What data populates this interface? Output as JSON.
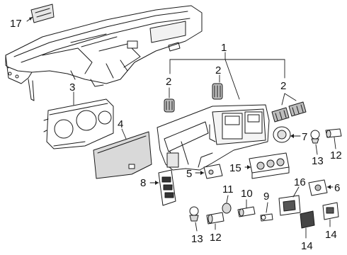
{
  "diagram": {
    "callouts": [
      {
        "id": "c1",
        "label": "1"
      },
      {
        "id": "c2a",
        "label": "2"
      },
      {
        "id": "c2b",
        "label": "2"
      },
      {
        "id": "c2c",
        "label": "2"
      },
      {
        "id": "c3",
        "label": "3"
      },
      {
        "id": "c4",
        "label": "4"
      },
      {
        "id": "c5",
        "label": "5"
      },
      {
        "id": "c6",
        "label": "6"
      },
      {
        "id": "c7",
        "label": "7"
      },
      {
        "id": "c8",
        "label": "8"
      },
      {
        "id": "c9",
        "label": "9"
      },
      {
        "id": "c10",
        "label": "10"
      },
      {
        "id": "c11",
        "label": "11"
      },
      {
        "id": "c12a",
        "label": "12"
      },
      {
        "id": "c12b",
        "label": "12"
      },
      {
        "id": "c13a",
        "label": "13"
      },
      {
        "id": "c13b",
        "label": "13"
      },
      {
        "id": "c14a",
        "label": "14"
      },
      {
        "id": "c14b",
        "label": "14"
      },
      {
        "id": "c15",
        "label": "15"
      },
      {
        "id": "c16",
        "label": "16"
      },
      {
        "id": "c17",
        "label": "17"
      }
    ],
    "colors": {
      "line": "#1a1a1a",
      "fill": "#ffffff",
      "shade": "#d9d9d9",
      "dark": "#555555"
    }
  }
}
